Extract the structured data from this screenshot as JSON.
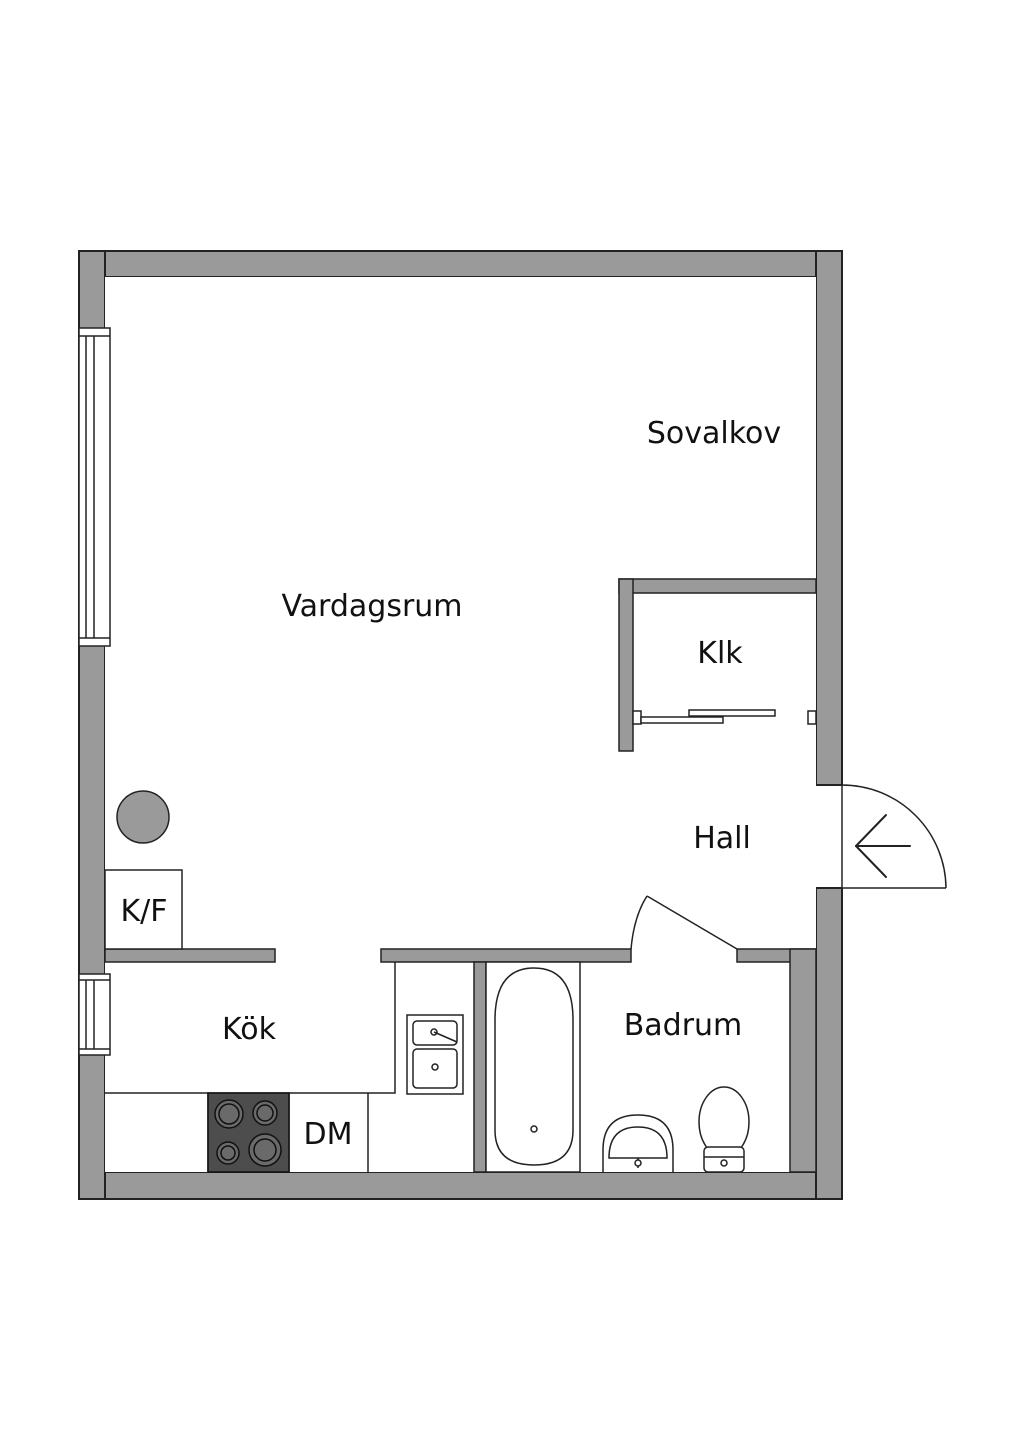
{
  "colors": {
    "wall": "#9a9a9a",
    "line": "#222222",
    "floor": "#ffffff",
    "stove": "#4d4d4d",
    "fixture_fill": "#9a9a9a"
  },
  "rooms": {
    "sovalkov": "Sovalkov",
    "vardagsrum": "Vardagsrum",
    "klk": "Klk",
    "hall": "Hall",
    "kf": "K/F",
    "kok": "Kök",
    "dm": "DM",
    "badrum": "Badrum"
  },
  "icons": {
    "entrance": "arrow-left-icon",
    "stove": "stove-icon",
    "sink": "kitchen-sink-icon",
    "bathtub": "bathtub-icon",
    "washbasin": "washbasin-icon",
    "toilet": "toilet-icon",
    "column": "column-icon"
  }
}
